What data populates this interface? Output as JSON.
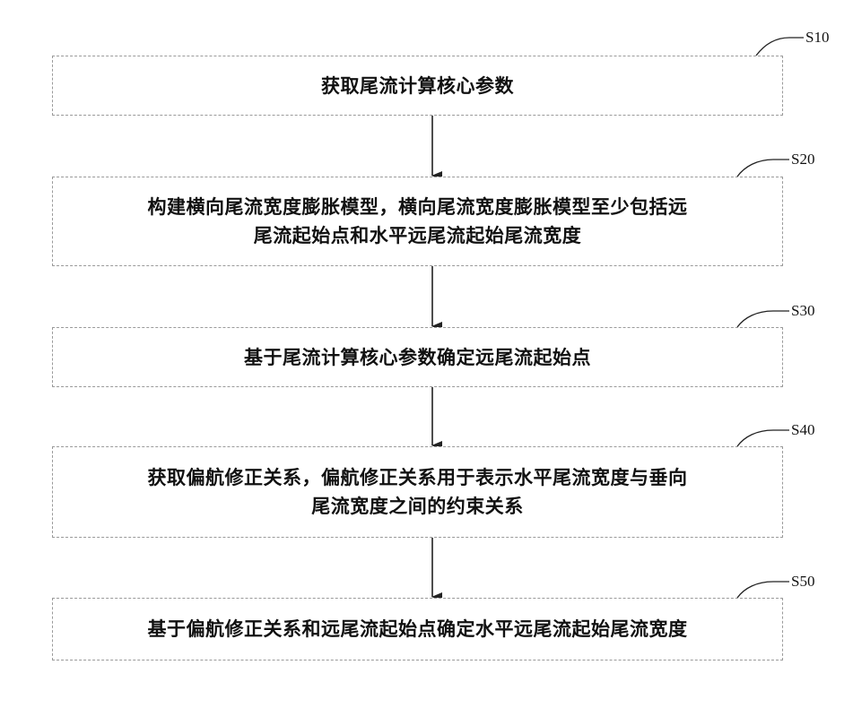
{
  "steps": [
    {
      "label": "S10",
      "lines": [
        "获取尾流计算核心参数"
      ]
    },
    {
      "label": "S20",
      "lines": [
        "构建横向尾流宽度膨胀模型，横向尾流宽度膨胀模型至少包括远",
        "尾流起始点和水平远尾流起始尾流宽度"
      ]
    },
    {
      "label": "S30",
      "lines": [
        "基于尾流计算核心参数确定远尾流起始点"
      ]
    },
    {
      "label": "S40",
      "lines": [
        "获取偏航修正关系，偏航修正关系用于表示水平尾流宽度与垂向",
        "尾流宽度之间的约束关系"
      ]
    },
    {
      "label": "S50",
      "lines": [
        "基于偏航修正关系和远尾流起始点确定水平远尾流起始尾流宽度"
      ]
    }
  ]
}
